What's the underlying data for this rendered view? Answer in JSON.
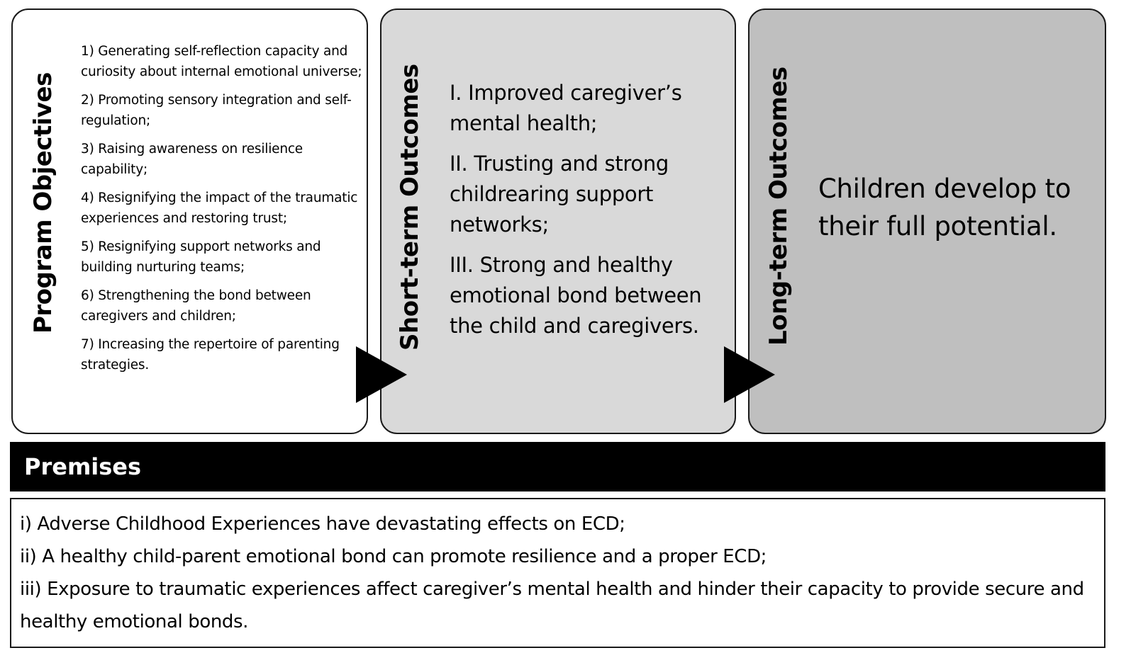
{
  "program_objectives": {
    "heading": "Program Objectives",
    "items": [
      "1) Generating self-reflection capacity and curiosity about internal emotional universe;",
      "2) Promoting sensory integration and self-regulation;",
      "3) Raising awareness on resilience capability;",
      "4) Resignifying the impact of the traumatic experiences and restoring trust;",
      "5) Resignifying support networks and building nurturing teams;",
      "6) Strengthening the bond between caregivers and children;",
      "7) Increasing the repertoire of parenting strategies."
    ]
  },
  "short_term_outcomes": {
    "heading": "Short-term Outcomes",
    "items": [
      "I. Improved caregiver’s mental health;",
      "II. Trusting and strong childrearing support networks;",
      "III. Strong and healthy emotional bond between the child and caregivers."
    ]
  },
  "long_term_outcomes": {
    "heading": "Long-term Outcomes",
    "text": "Children develop to their full potential."
  },
  "premises": {
    "title": "Premises",
    "items": [
      "i) Adverse Childhood Experiences have devastating effects on ECD;",
      "ii) A healthy child-parent emotional bond can promote resilience and a proper ECD;",
      "iii) Exposure to traumatic experiences affect caregiver’s mental health and hinder their capacity to provide secure and healthy emotional bonds."
    ]
  },
  "colors": {
    "objectives_fill": "#ffffff",
    "short_term_fill": "#d9d9d9",
    "long_term_fill": "#bfbfbf",
    "premises_bar": "#000000",
    "arrow": "#000000"
  },
  "icons": [
    "arrow-right-icon",
    "arrow-right-icon"
  ]
}
